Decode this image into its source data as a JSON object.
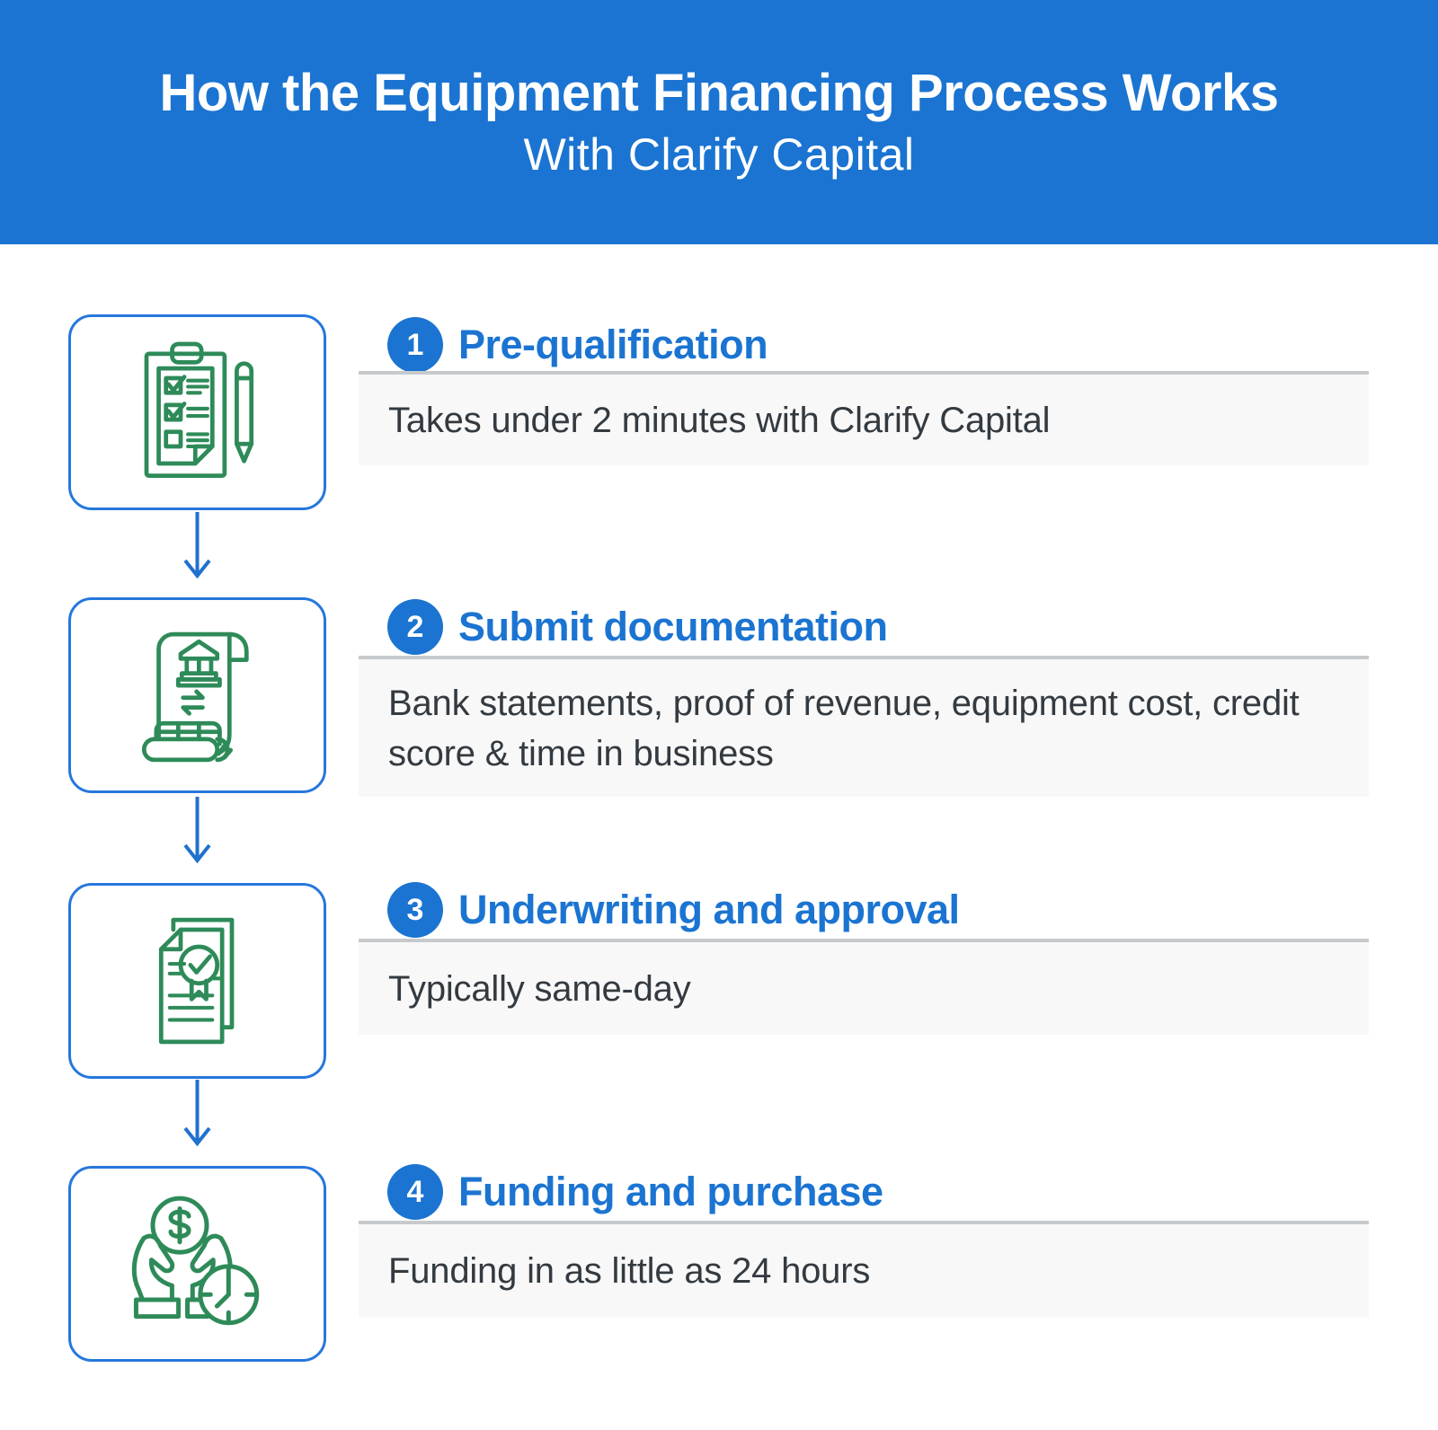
{
  "header": {
    "title": "How the Equipment Financing Process Works",
    "subtitle": "With Clarify Capital"
  },
  "steps": [
    {
      "number": "1",
      "title": "Pre-qualification",
      "description": "Takes under 2 minutes with Clarify Capital",
      "icon": "checklist-clipboard-icon"
    },
    {
      "number": "2",
      "title": "Submit documentation",
      "description": "Bank statements, proof of revenue, equipment cost, credit score & time in business",
      "icon": "bank-statement-scroll-icon"
    },
    {
      "number": "3",
      "title": "Underwriting and approval",
      "description": "Typically same-day",
      "icon": "approved-certificate-icon"
    },
    {
      "number": "4",
      "title": "Funding and purchase",
      "description": "Funding in as little as 24 hours",
      "icon": "funding-hands-clock-icon"
    }
  ],
  "colors": {
    "header_bg": "#1b74d1",
    "accent_blue": "#1b74d1",
    "box_border_blue": "#2677dc",
    "arrow_blue": "#2171cd",
    "icon_green": "#2e8b59",
    "panel_bg": "#f8f8f9",
    "divider_gray": "#c7cacd",
    "text_dark": "#333a40",
    "text_white": "#ffffff"
  }
}
